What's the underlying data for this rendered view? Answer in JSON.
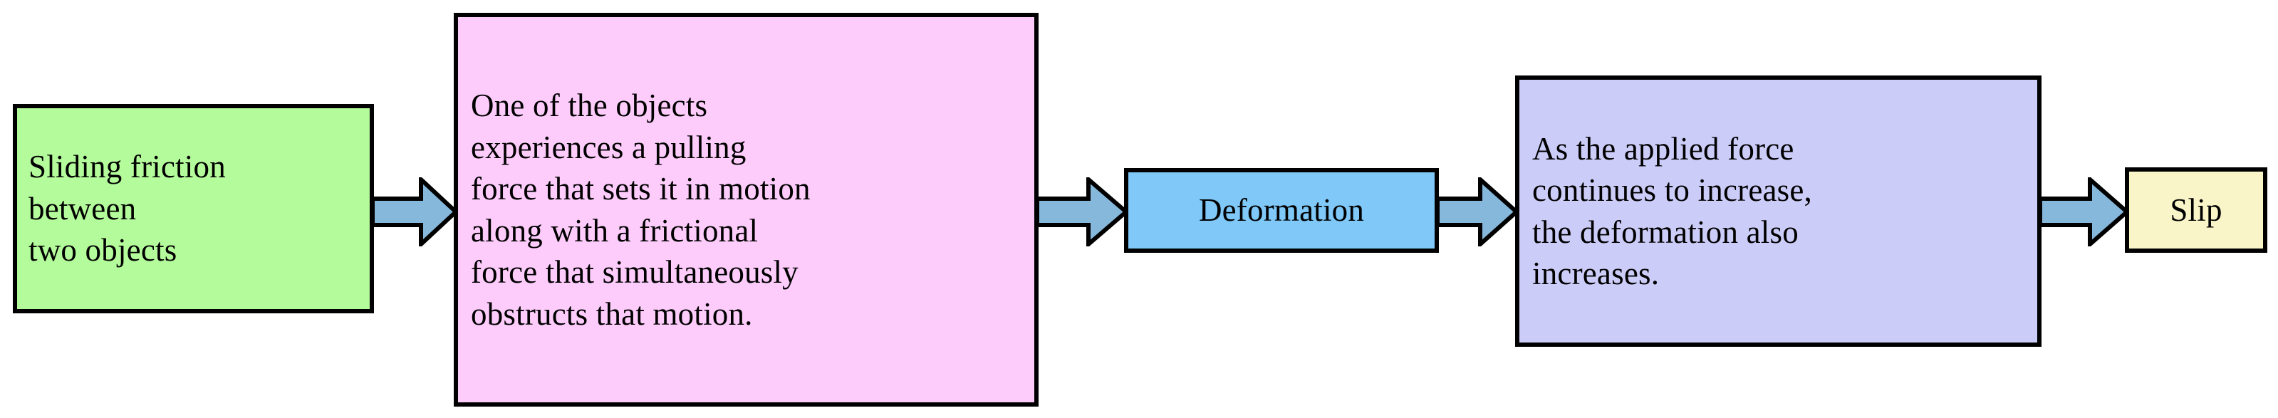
{
  "diagram": {
    "title": "Sliding friction to slip process flow",
    "type": "flowchart",
    "orientation": "left-to-right",
    "colors": {
      "green_node_fill": "#B4FB9B",
      "pink_node_fill": "#FDCCFB",
      "blue_node_fill": "#7FC8F7",
      "lavender_node_fill": "#CCCCF9",
      "yellow_node_fill": "#FAF5C9",
      "arrow_fill": "#86B8DC",
      "outline": "#000000"
    },
    "nodes": [
      {
        "id": "sliding-friction",
        "label": "Sliding friction\nbetween\ntwo objects"
      },
      {
        "id": "pulling-force",
        "label": "One of the objects\nexperiences a pulling\nforce that sets it in motion\nalong with a frictional\nforce that simultaneously\nobstructs that motion."
      },
      {
        "id": "deformation",
        "label": "Deformation"
      },
      {
        "id": "force-increase",
        "label": "As the applied force\ncontinues to increase,\nthe deformation also\nincreases."
      },
      {
        "id": "slip",
        "label": "Slip"
      }
    ],
    "arrows": [
      {
        "id": "arrow-1",
        "from": "sliding-friction",
        "to": "pulling-force",
        "icon": "right-block-arrow-icon"
      },
      {
        "id": "arrow-2",
        "from": "pulling-force",
        "to": "deformation",
        "icon": "right-block-arrow-icon"
      },
      {
        "id": "arrow-3",
        "from": "deformation",
        "to": "force-increase",
        "icon": "right-block-arrow-icon"
      },
      {
        "id": "arrow-4",
        "from": "force-increase",
        "to": "slip",
        "icon": "right-block-arrow-icon"
      }
    ]
  }
}
